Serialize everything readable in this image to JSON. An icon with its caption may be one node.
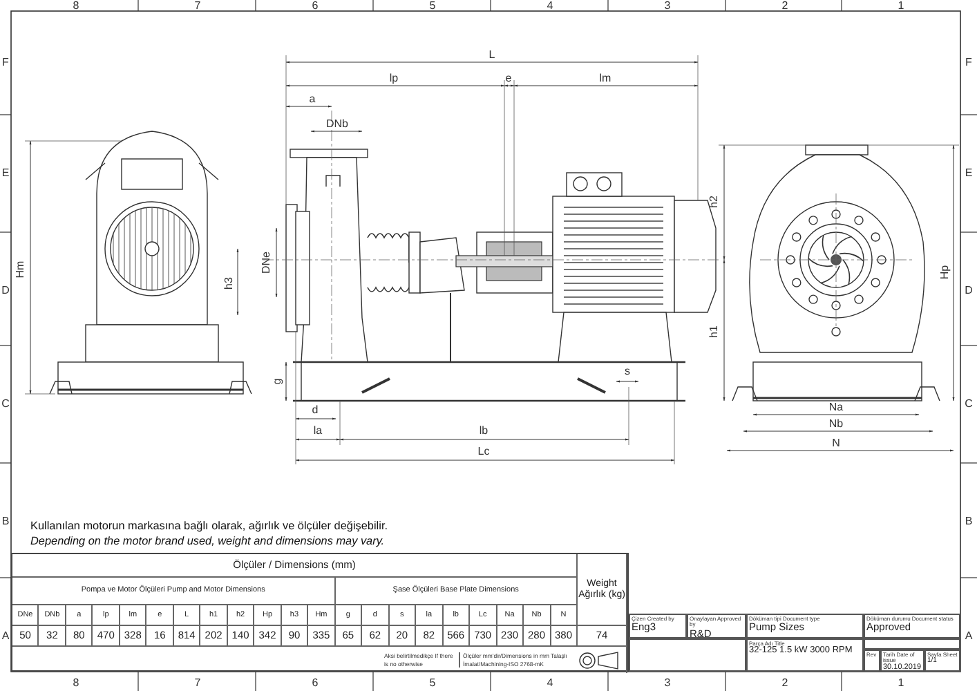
{
  "diagram": {
    "labels": [
      "8",
      "7",
      "6",
      "5",
      "4",
      "3",
      "2",
      "1",
      "F",
      "E",
      "D",
      "C",
      "B",
      "A",
      "F",
      "E",
      "D",
      "C",
      "B",
      "A",
      "L",
      "lp",
      "e",
      "lm",
      "a",
      "DNb",
      "Hm",
      "h3",
      "DNe",
      "g",
      "d",
      "s",
      "la",
      "lb",
      "Lc",
      "h2",
      "Hp",
      "h1",
      "Na",
      "Nb",
      "N",
      "Kullanılan motorun markasına bağlı olarak, ağırlık ve ölçüler değişebilir.",
      "Depending on the motor brand used, weight and dimensions may vary.",
      "Ölçüler / Dimensions (mm)",
      "Pompa ve Motor Ölçüleri Pump and Motor Dimensions",
      "Şase Ölçüleri Base Plate Dimensions",
      "Weight Ağırlık (kg)",
      "DNe",
      "DNb",
      "a",
      "lp",
      "lm",
      "e",
      "L",
      "h1",
      "h2",
      "Hp",
      "h3",
      "Hm",
      "g",
      "d",
      "s",
      "la",
      "lb",
      "Lc",
      "Na",
      "Nb",
      "N",
      "50",
      "32",
      "80",
      "470",
      "328",
      "16",
      "814",
      "202",
      "140",
      "342",
      "90",
      "335",
      "65",
      "62",
      "20",
      "82",
      "566",
      "730",
      "230",
      "280",
      "380",
      "74",
      "Aksi belirtilmedikçe If there is no otherwise",
      "Ölçüler mm'dir/Dimensions in mm Talaşlı İmalat/Machining-ISO 2768-mK",
      "Çizen Created by",
      "Eng3",
      "Onaylayan Approved by",
      "R&D",
      "Döküman tipi Document type",
      "Pump Sizes",
      "Döküman durumu Document status",
      "Approved",
      "Parça Adı Title",
      "32-125 1.5 kW 3000 RPM",
      "Rev",
      "Tarih Date of issue",
      "30.10.2019",
      "Sayfa Sheet",
      "1/1",
      "8",
      "7",
      "6",
      "5",
      "4",
      "3",
      "2",
      "1"
    ]
  }
}
